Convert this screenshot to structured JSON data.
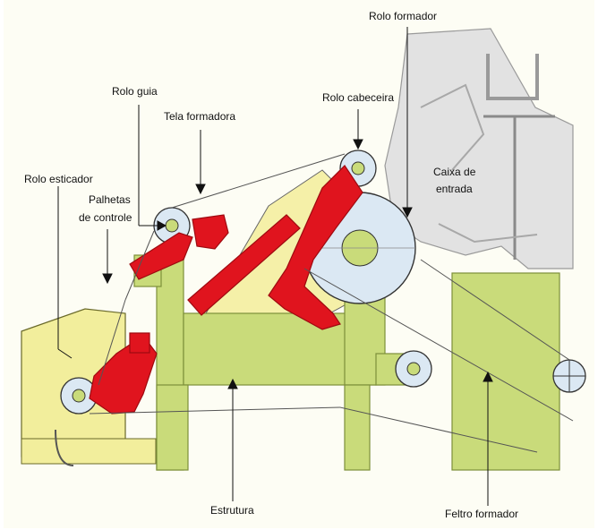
{
  "labels": {
    "rolo_formador": "Rolo formador",
    "rolo_guia": "Rolo guia",
    "rolo_cabeceira": "Rolo cabeceira",
    "tela_formadora": "Tela formadora",
    "caixa_de_entrada_line1": "Caixa de",
    "caixa_de_entrada_line2": "entrada",
    "rolo_esticador": "Rolo esticador",
    "palhetas_line1": "Palhetas",
    "palhetas_line2": "de controle",
    "estrutura": "Estrutura",
    "feltro_formador": "Feltro formador"
  },
  "colors": {
    "frame_green": "#c9db7a",
    "frame_green_dark": "#a9bd55",
    "mechanism_red": "#e0141e",
    "mechanism_red_dark": "#9e0a10",
    "yellow_panel": "#f5f0a8",
    "headbox_gray": "#e2e2e2",
    "roll_blue": "#dbe8f3",
    "outline": "#333333"
  }
}
